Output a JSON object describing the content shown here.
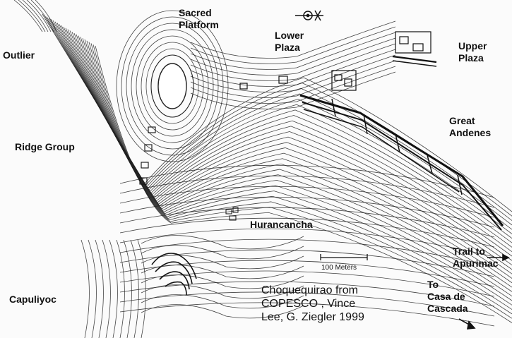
{
  "labels": {
    "sacred_platform": "Sacred\nPlatform",
    "lower_plaza": "Lower\nPlaza",
    "upper_plaza": "Upper\nPlaza",
    "outlier": "Outlier",
    "ridge_group": "Ridge Group",
    "great_andenes": "Great\nAndenes",
    "hurancancha": "Hurancancha",
    "trail_apurimac": "Trail to\nApurimac",
    "to_casa_cascada": "To\nCasa de\nCascada",
    "capuliyoc": "Capuliyoc"
  },
  "scale_bar": {
    "label": "100 Meters"
  },
  "credit": "Choquequirao from\nCOPESCO , Vince\nLee, G. Ziegler 1999",
  "colors": {
    "ink": "#111111",
    "paper": "#fbfbfb"
  },
  "icons": {
    "compass": "north-arrow-icon"
  }
}
